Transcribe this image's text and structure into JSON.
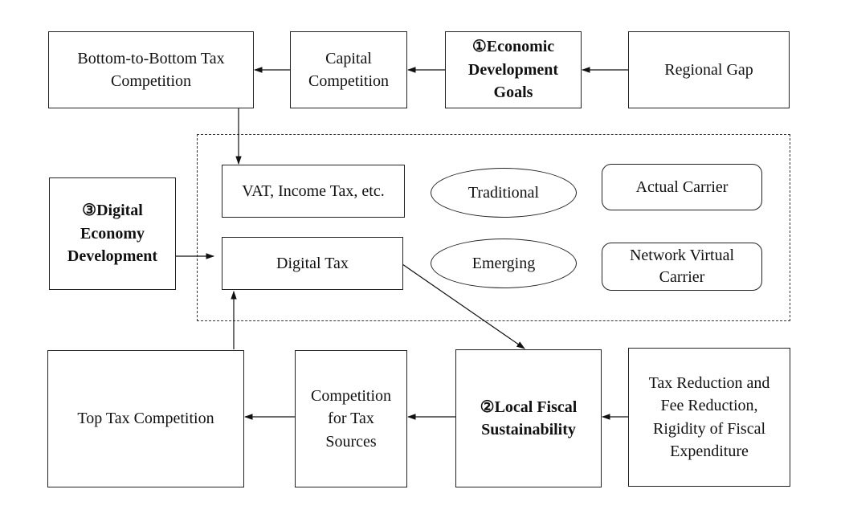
{
  "nodes": {
    "bottom_tax_competition": "Bottom-to-Bottom Tax Competition",
    "capital_competition": "Capital Competition",
    "economic_goals": "①Economic Development Goals",
    "regional_gap": "Regional Gap",
    "vat_income_tax": "VAT, Income Tax, etc.",
    "traditional": "Traditional",
    "actual_carrier": "Actual Carrier",
    "digital_economy": "③Digital Economy Development",
    "digital_tax": "Digital Tax",
    "emerging": "Emerging",
    "network_virtual_carrier": "Network Virtual Carrier",
    "top_tax_competition": "Top Tax Competition",
    "competition_tax_sources": "Competition for Tax Sources",
    "local_fiscal": "②Local Fiscal Sustainability",
    "tax_reduction": "Tax Reduction and Fee Reduction, Rigidity of Fiscal Expenditure"
  },
  "edges": [
    {
      "from": "regional_gap",
      "to": "economic_goals"
    },
    {
      "from": "economic_goals",
      "to": "capital_competition"
    },
    {
      "from": "capital_competition",
      "to": "bottom_tax_competition"
    },
    {
      "from": "bottom_tax_competition",
      "to": "vat_income_tax"
    },
    {
      "from": "digital_economy",
      "to": "digital_tax"
    },
    {
      "from": "digital_tax",
      "to": "local_fiscal"
    },
    {
      "from": "tax_reduction",
      "to": "local_fiscal"
    },
    {
      "from": "local_fiscal",
      "to": "competition_tax_sources"
    },
    {
      "from": "competition_tax_sources",
      "to": "top_tax_competition"
    },
    {
      "from": "top_tax_competition",
      "to": "digital_tax"
    }
  ]
}
